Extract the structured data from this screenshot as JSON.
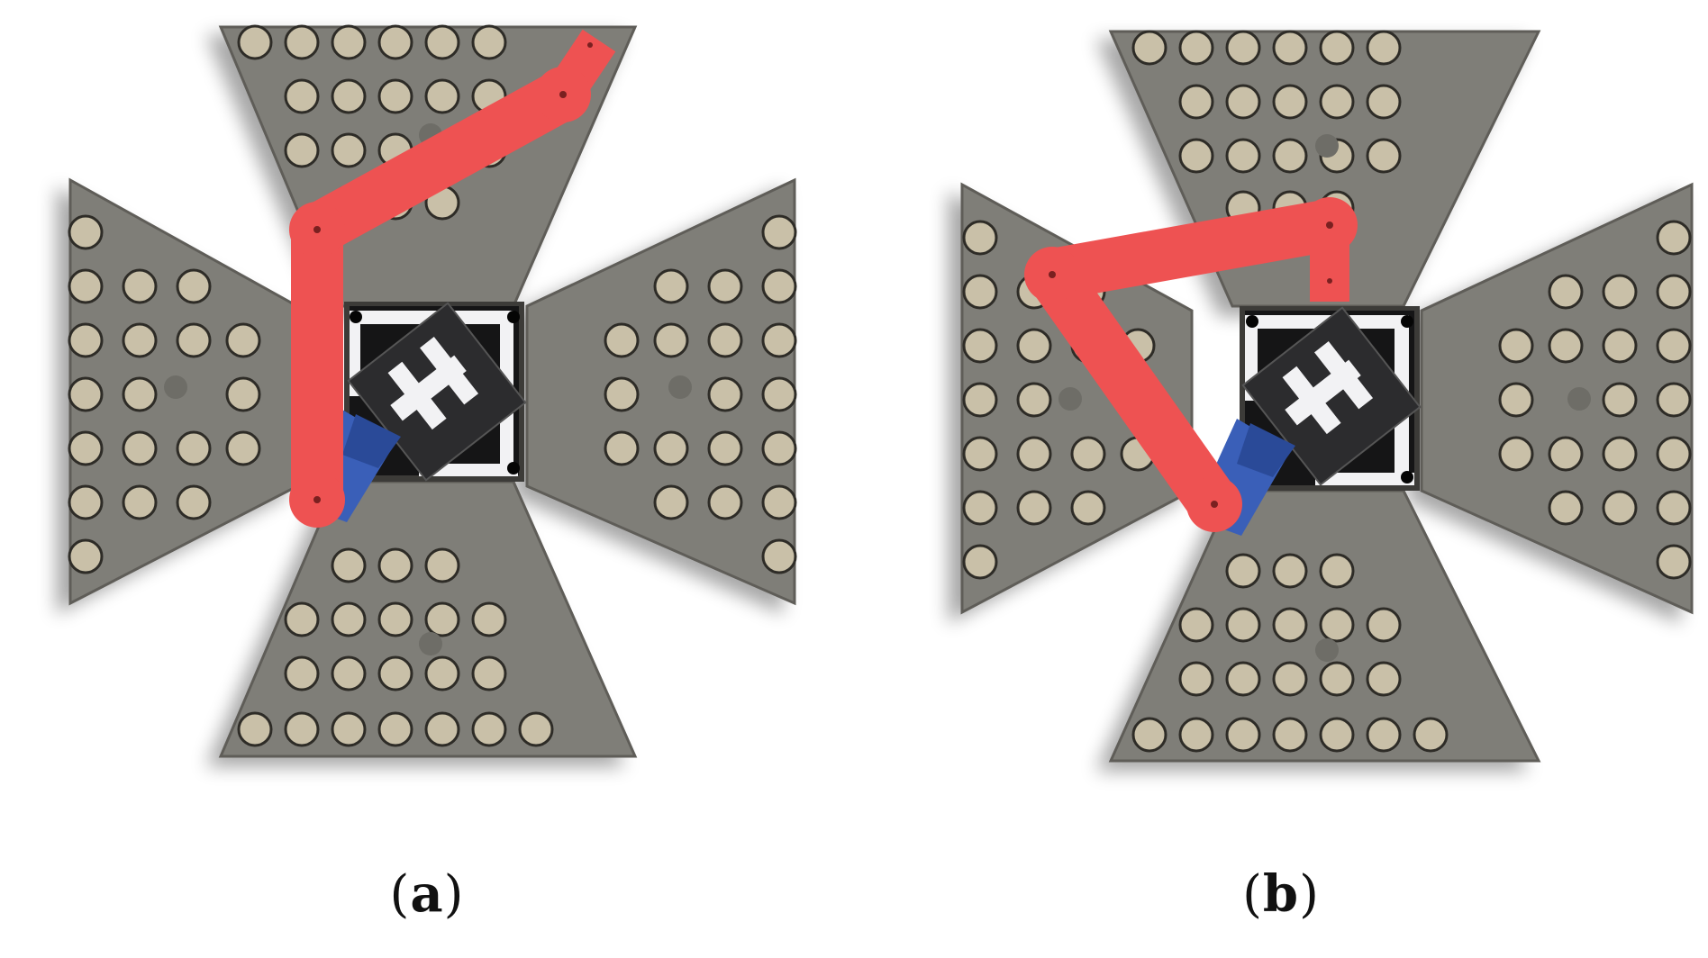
{
  "figure": {
    "panels": [
      {
        "id": "a",
        "caption_open": "(",
        "caption_letter": "a",
        "caption_close": ")"
      },
      {
        "id": "b",
        "caption_open": "(",
        "caption_letter": "b",
        "caption_close": ")"
      }
    ]
  },
  "colors": {
    "background": "#ffffff",
    "plate": "#7f7e78",
    "plate_edge": "#5e5d58",
    "hole_fill": "#c9c0a8",
    "hole_ring": "#2e2c27",
    "arm": "#ee5252",
    "arm_dark": "#c43c3c",
    "gripper": "#3a5fb8",
    "base_frame": "#f2f2f4",
    "base_dark": "#2a2a2c"
  },
  "icons": [
    "robot-arm",
    "pegboard-plate",
    "central-base"
  ]
}
